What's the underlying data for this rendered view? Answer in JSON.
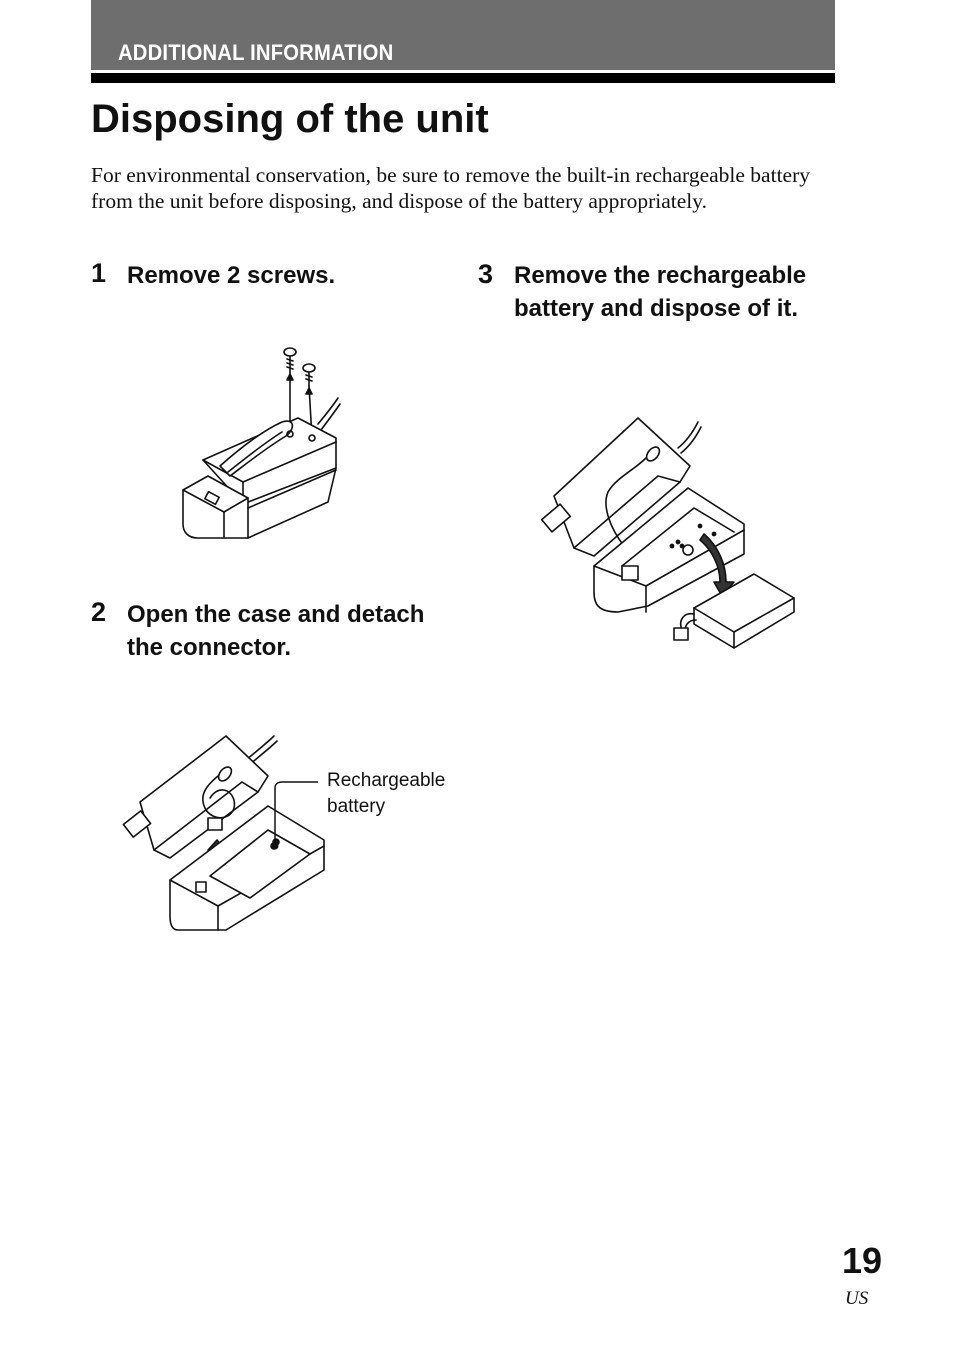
{
  "header": {
    "section": "ADDITIONAL INFORMATION"
  },
  "title": "Disposing of the unit",
  "intro": "For environmental conservation, be sure to remove the built-in rechargeable battery from the unit before disposing, and dispose of the battery appropriately.",
  "steps": [
    {
      "number": "1",
      "text": "Remove 2 screws."
    },
    {
      "number": "2",
      "text": "Open the case and detach the connector."
    },
    {
      "number": "3",
      "text": "Remove the rechargeable battery and dispose of it."
    }
  ],
  "figure2": {
    "callout": "Rechargeable battery"
  },
  "footer": {
    "page_number": "19",
    "region": "US"
  }
}
